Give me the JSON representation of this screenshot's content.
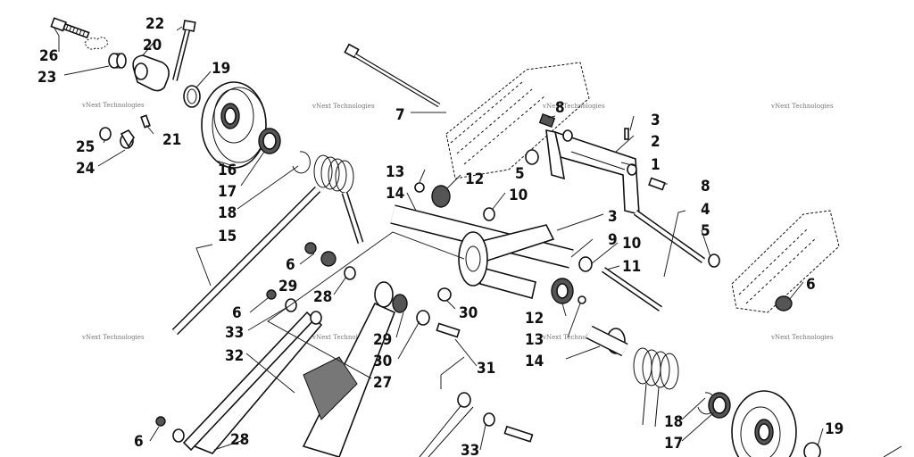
{
  "watermark": "vNext Technologies",
  "callouts": [
    {
      "id": "c26a",
      "text": "26"
    },
    {
      "id": "c23",
      "text": "23"
    },
    {
      "id": "c22a",
      "text": "22"
    },
    {
      "id": "c20a",
      "text": "20"
    },
    {
      "id": "c19a",
      "text": "19"
    },
    {
      "id": "c25",
      "text": "25"
    },
    {
      "id": "c24",
      "text": "24"
    },
    {
      "id": "c21",
      "text": "21"
    },
    {
      "id": "c16a",
      "text": "16"
    },
    {
      "id": "c17a",
      "text": "17"
    },
    {
      "id": "c18a",
      "text": "18"
    },
    {
      "id": "c15",
      "text": "15"
    },
    {
      "id": "c7",
      "text": "7"
    },
    {
      "id": "c8a",
      "text": "8"
    },
    {
      "id": "c3a",
      "text": "3"
    },
    {
      "id": "c2",
      "text": "2"
    },
    {
      "id": "c1",
      "text": "1"
    },
    {
      "id": "c8b",
      "text": "8"
    },
    {
      "id": "c4",
      "text": "4"
    },
    {
      "id": "c5a",
      "text": "5"
    },
    {
      "id": "c5b",
      "text": "5"
    },
    {
      "id": "c6a",
      "text": "6"
    },
    {
      "id": "c13a",
      "text": "13"
    },
    {
      "id": "c14a",
      "text": "14"
    },
    {
      "id": "c12a",
      "text": "12"
    },
    {
      "id": "c10a",
      "text": "10"
    },
    {
      "id": "c3b",
      "text": "3"
    },
    {
      "id": "c9",
      "text": "9"
    },
    {
      "id": "c10b",
      "text": "10"
    },
    {
      "id": "c11",
      "text": "11"
    },
    {
      "id": "c6b",
      "text": "6"
    },
    {
      "id": "c29a",
      "text": "29"
    },
    {
      "id": "c28a",
      "text": "28"
    },
    {
      "id": "c30a",
      "text": "30"
    },
    {
      "id": "c12b",
      "text": "12"
    },
    {
      "id": "c13b",
      "text": "13"
    },
    {
      "id": "c14b",
      "text": "14"
    },
    {
      "id": "c6c",
      "text": "6"
    },
    {
      "id": "c33a",
      "text": "33"
    },
    {
      "id": "c32",
      "text": "32"
    },
    {
      "id": "c29b",
      "text": "29"
    },
    {
      "id": "c30b",
      "text": "30"
    },
    {
      "id": "c27",
      "text": "27"
    },
    {
      "id": "c31",
      "text": "31"
    },
    {
      "id": "c18b",
      "text": "18"
    },
    {
      "id": "c17b",
      "text": "17"
    },
    {
      "id": "c19b",
      "text": "19"
    },
    {
      "id": "c6d",
      "text": "6"
    },
    {
      "id": "c28b",
      "text": "28"
    },
    {
      "id": "c33b",
      "text": "33"
    }
  ]
}
